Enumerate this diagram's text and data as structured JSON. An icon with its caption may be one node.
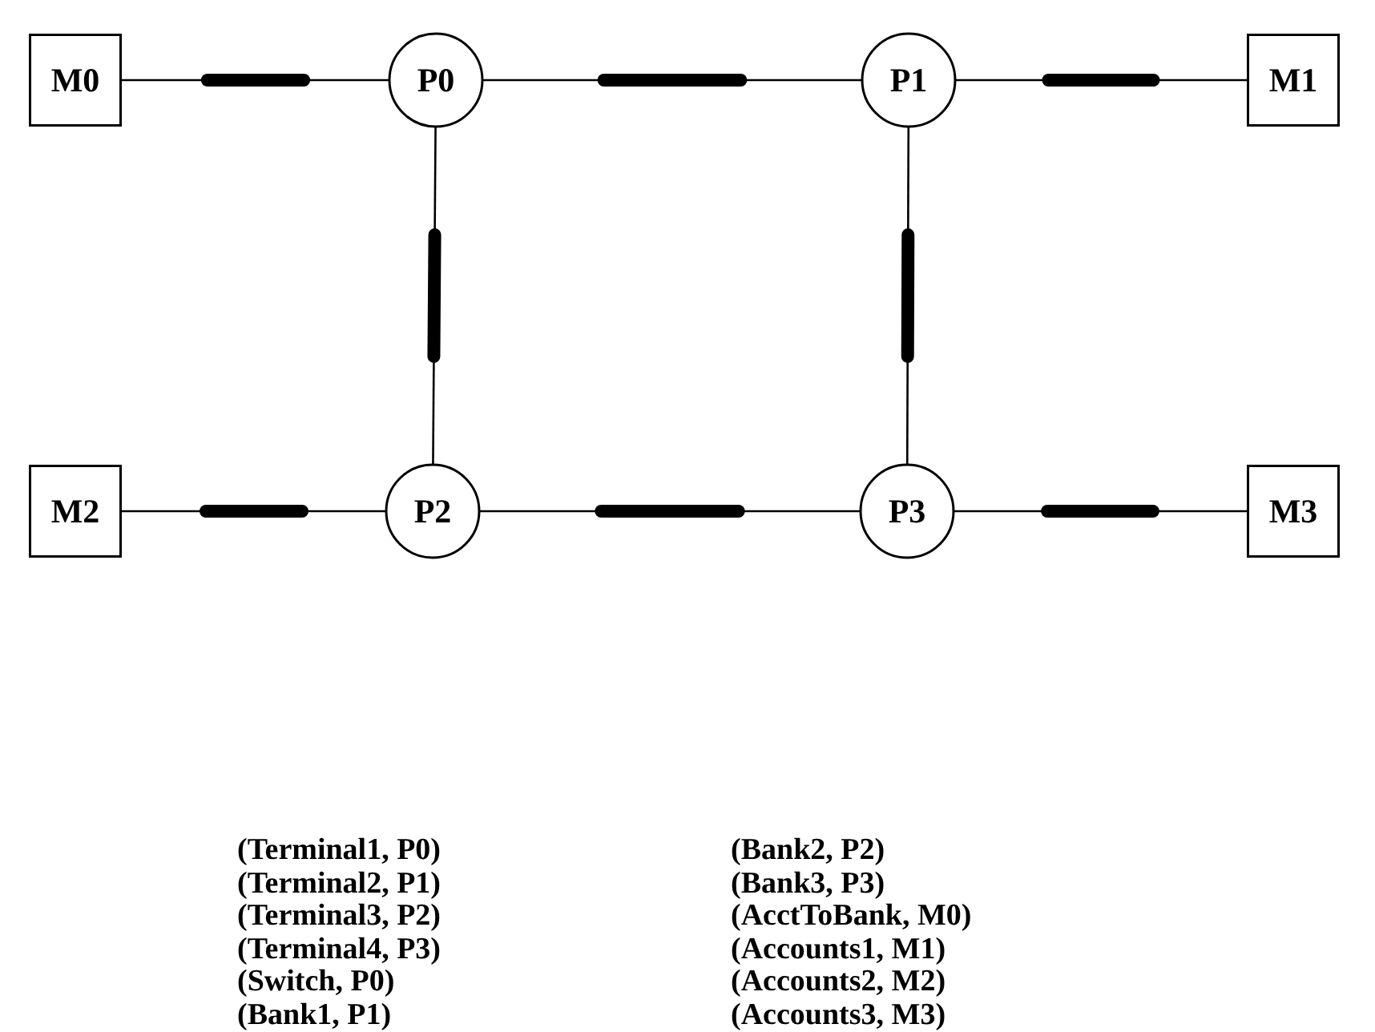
{
  "diagram": {
    "nodes": [
      {
        "text": [
          "M0"
        ]
      },
      {
        "text": [
          "P0"
        ]
      },
      {
        "text": [
          "P1"
        ]
      },
      {
        "text": [
          "M1"
        ]
      },
      {
        "text": [
          "M2"
        ]
      },
      {
        "text": [
          "P2"
        ]
      },
      {
        "text": [
          "P3"
        ]
      },
      {
        "text": [
          "M3"
        ]
      }
    ],
    "edges": [
      {
        "from": 0,
        "to": 1,
        "arrow": "none"
      },
      {
        "from": 1,
        "to": 2,
        "arrow": "none"
      },
      {
        "from": 2,
        "to": 3,
        "arrow": "none"
      },
      {
        "from": 1,
        "to": 5,
        "arrow": "none"
      },
      {
        "from": 2,
        "to": 6,
        "arrow": "none"
      },
      {
        "from": 4,
        "to": 5,
        "arrow": "none"
      },
      {
        "from": 5,
        "to": 6,
        "arrow": "none"
      },
      {
        "from": 6,
        "to": 7,
        "arrow": "none"
      }
    ],
    "labels": [
      "(Terminal1, P0)",
      "(Bank2, P2)",
      "(Terminal2, P1)",
      "(Bank3, P3)",
      "(Terminal3, P2)",
      "(AcctToBank, M0)",
      "(Terminal4, P3)",
      "(Accounts1, M1)",
      "(Switch, P0)",
      "(Accounts2, M2)",
      "(Bank1, P1)",
      "(Accounts3, M3)"
    ]
  }
}
